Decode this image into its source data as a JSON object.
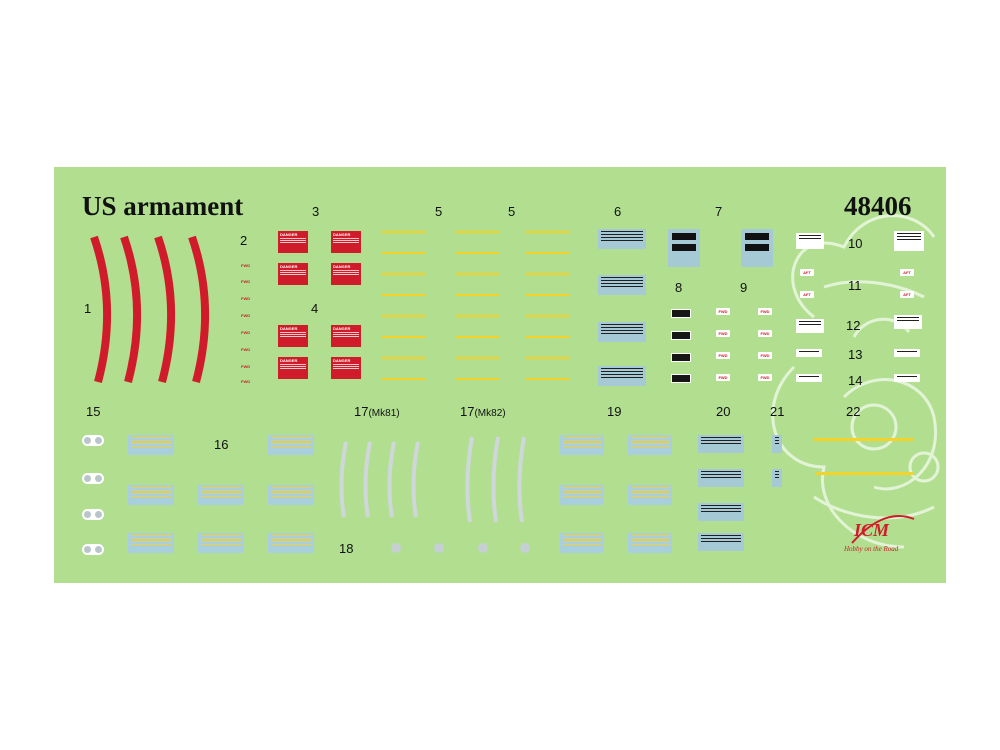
{
  "sheet": {
    "title": "US armament",
    "code": "48406",
    "numbers": [
      "1",
      "2",
      "3",
      "4",
      "5",
      "5",
      "6",
      "7",
      "8",
      "9",
      "10",
      "11",
      "12",
      "13",
      "14",
      "15",
      "16",
      "17",
      "17",
      "18",
      "19",
      "20",
      "21",
      "22"
    ],
    "mk81": "(Mk81)",
    "mk82": "(Mk82)",
    "warning_heading": "DANGER",
    "fwd_text": "FWD",
    "aft_text": "AFT",
    "brand": "ICM",
    "slogan": "Hobby on the Road"
  },
  "colors": {
    "sheet_bg": "#b1df8f",
    "red": "#d01c2a",
    "yellow": "#f3d22a",
    "plate_blue": "#a6c9d6",
    "silver": "#c9d3d8"
  }
}
